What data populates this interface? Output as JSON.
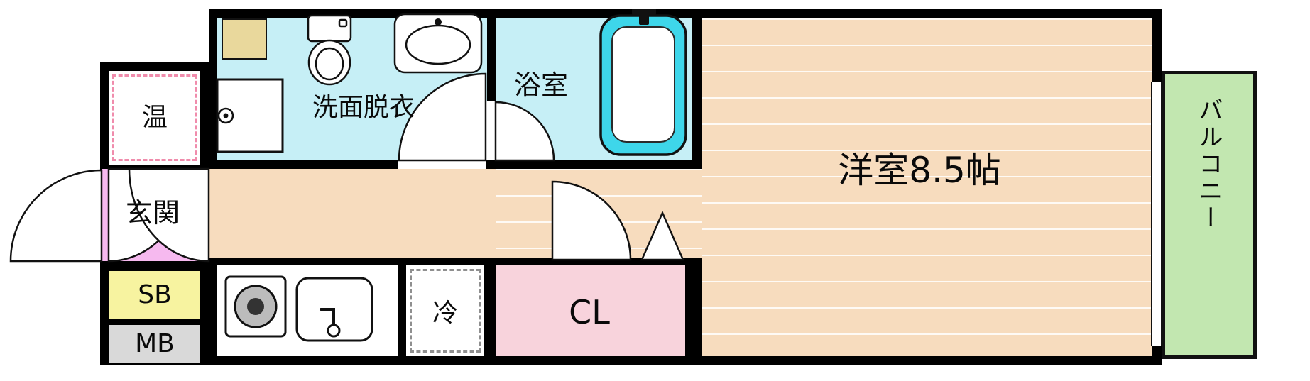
{
  "rooms": {
    "water_heater": {
      "label": "温"
    },
    "entrance": {
      "label": "玄関"
    },
    "shoe_box": {
      "label": "SB"
    },
    "meter_box": {
      "label": "MB"
    },
    "washroom": {
      "label": "洗面脱衣"
    },
    "bathroom": {
      "label": "浴室"
    },
    "western_room": {
      "label": "洋室8.5帖"
    },
    "refrigerator": {
      "label": "冷"
    },
    "closet": {
      "label": "CL"
    },
    "balcony": {
      "label": "バルコニー"
    }
  },
  "icons": [
    "toilet-icon",
    "vanity-sink-icon",
    "washer-pan-icon",
    "bathtub-icon",
    "stove-icon",
    "kitchen-sink-icon",
    "entrance-door-arc-icon",
    "entrance-door-swing-icon",
    "washroom-door-arc-icon",
    "bathroom-door-arc-icon",
    "western-room-door-arc-icon",
    "closet-folding-door-icon",
    "window-icon"
  ],
  "colors": {
    "wall": "#000000",
    "wet_area": "#c6eff6",
    "bathtub": "#3ed6ea",
    "flooring": "#f7dcbe",
    "entrance": "#f6b9ef",
    "shoe_box": "#f7f3a0",
    "meter_box": "#d9d9d9",
    "closet": "#f8d3dc",
    "refrigerator_dash": "#8f8f8f",
    "water_heater_dash": "#f08cac",
    "balcony": "#c2e7b0",
    "pipe_space": "#e9d89c"
  }
}
